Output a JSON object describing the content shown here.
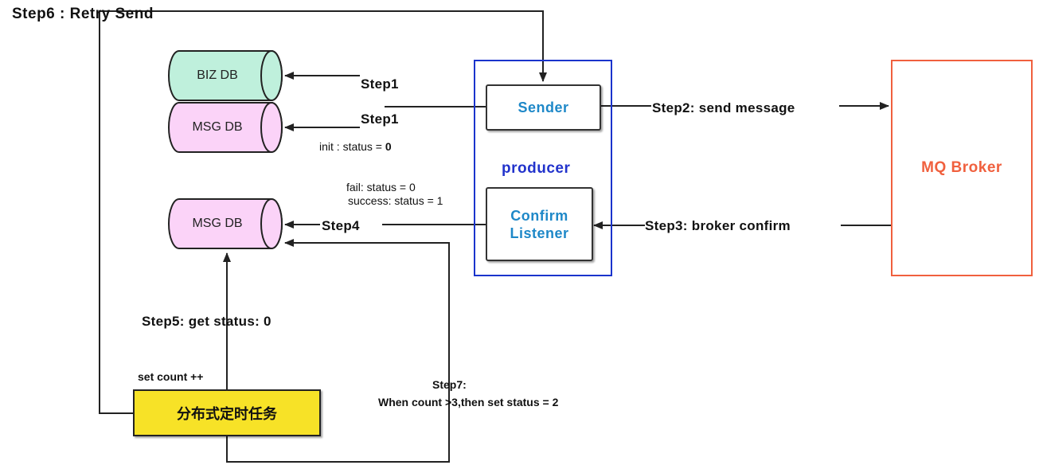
{
  "databases": {
    "biz_db": "BIZ DB",
    "msg_db_top": "MSG DB",
    "msg_db_bottom": "MSG DB"
  },
  "producer": {
    "label": "producer",
    "sender": "Sender",
    "confirm_listener_line1": "Confirm",
    "confirm_listener_line2": "Listener"
  },
  "broker": {
    "label": "MQ Broker"
  },
  "scheduler": {
    "label": "分布式定时任务"
  },
  "steps": {
    "step1_biz": "Step1",
    "step1_msg": "Step1",
    "step2": "Step2:  send message",
    "step3": "Step3:  broker confirm",
    "step4": "Step4",
    "step5": "Step5: get status:  0",
    "step6": "Step6 :  Retry Send",
    "step7_title": "Step7:",
    "step7_body": "When count  >3,then set status = 2"
  },
  "notes": {
    "init_prefix": "init : status = ",
    "init_value": "0",
    "fail": "fail: status = 0",
    "success": "success: status = 1",
    "set_count": "set count ++"
  },
  "colors": {
    "producer_border": "#1a33cc",
    "producer_text": "#2233cc",
    "inner_text": "#1e88c8",
    "broker_border": "#f0603e",
    "broker_text": "#f0603e",
    "scheduler_fill": "#f7e227",
    "biz_db_fill": "#bff0dc",
    "msg_db_fill": "#fbd3f8",
    "arrow": "#222222"
  }
}
